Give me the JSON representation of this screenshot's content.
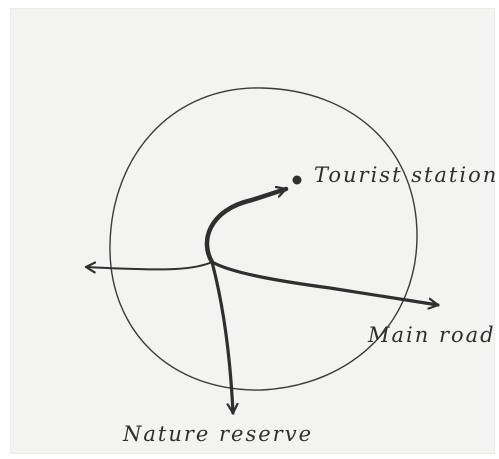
{
  "diagram": {
    "labels": {
      "tourist_station": "Tourist station",
      "main_road": "Main road",
      "nature_reserve": "Nature reserve"
    },
    "colors": {
      "paper": "#f3f3f1",
      "ink": "#2f2f2f"
    }
  }
}
